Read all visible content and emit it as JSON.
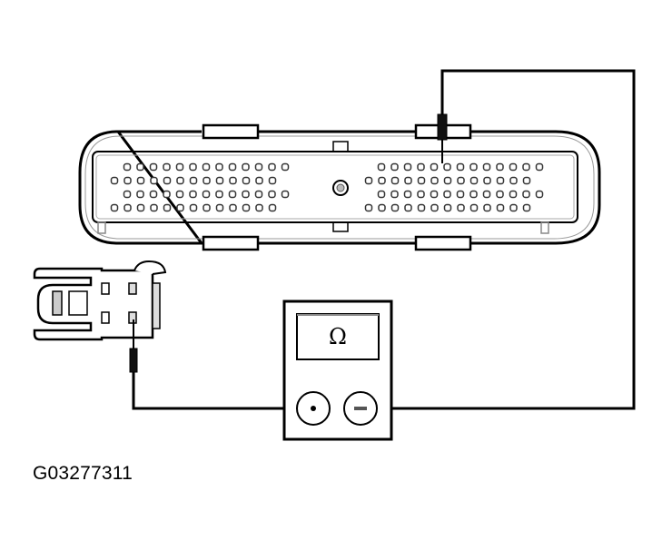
{
  "diagram": {
    "caption": "G03277311",
    "meter": {
      "display_symbol": "Ω",
      "positive_terminal": "+",
      "negative_terminal": "−"
    },
    "components": [
      "pcm-connector",
      "sensor-connector",
      "ohmmeter",
      "test-lead-positive",
      "test-lead-negative"
    ],
    "colors": {
      "line": "#000000",
      "background": "#ffffff",
      "shade": "#888888"
    }
  }
}
